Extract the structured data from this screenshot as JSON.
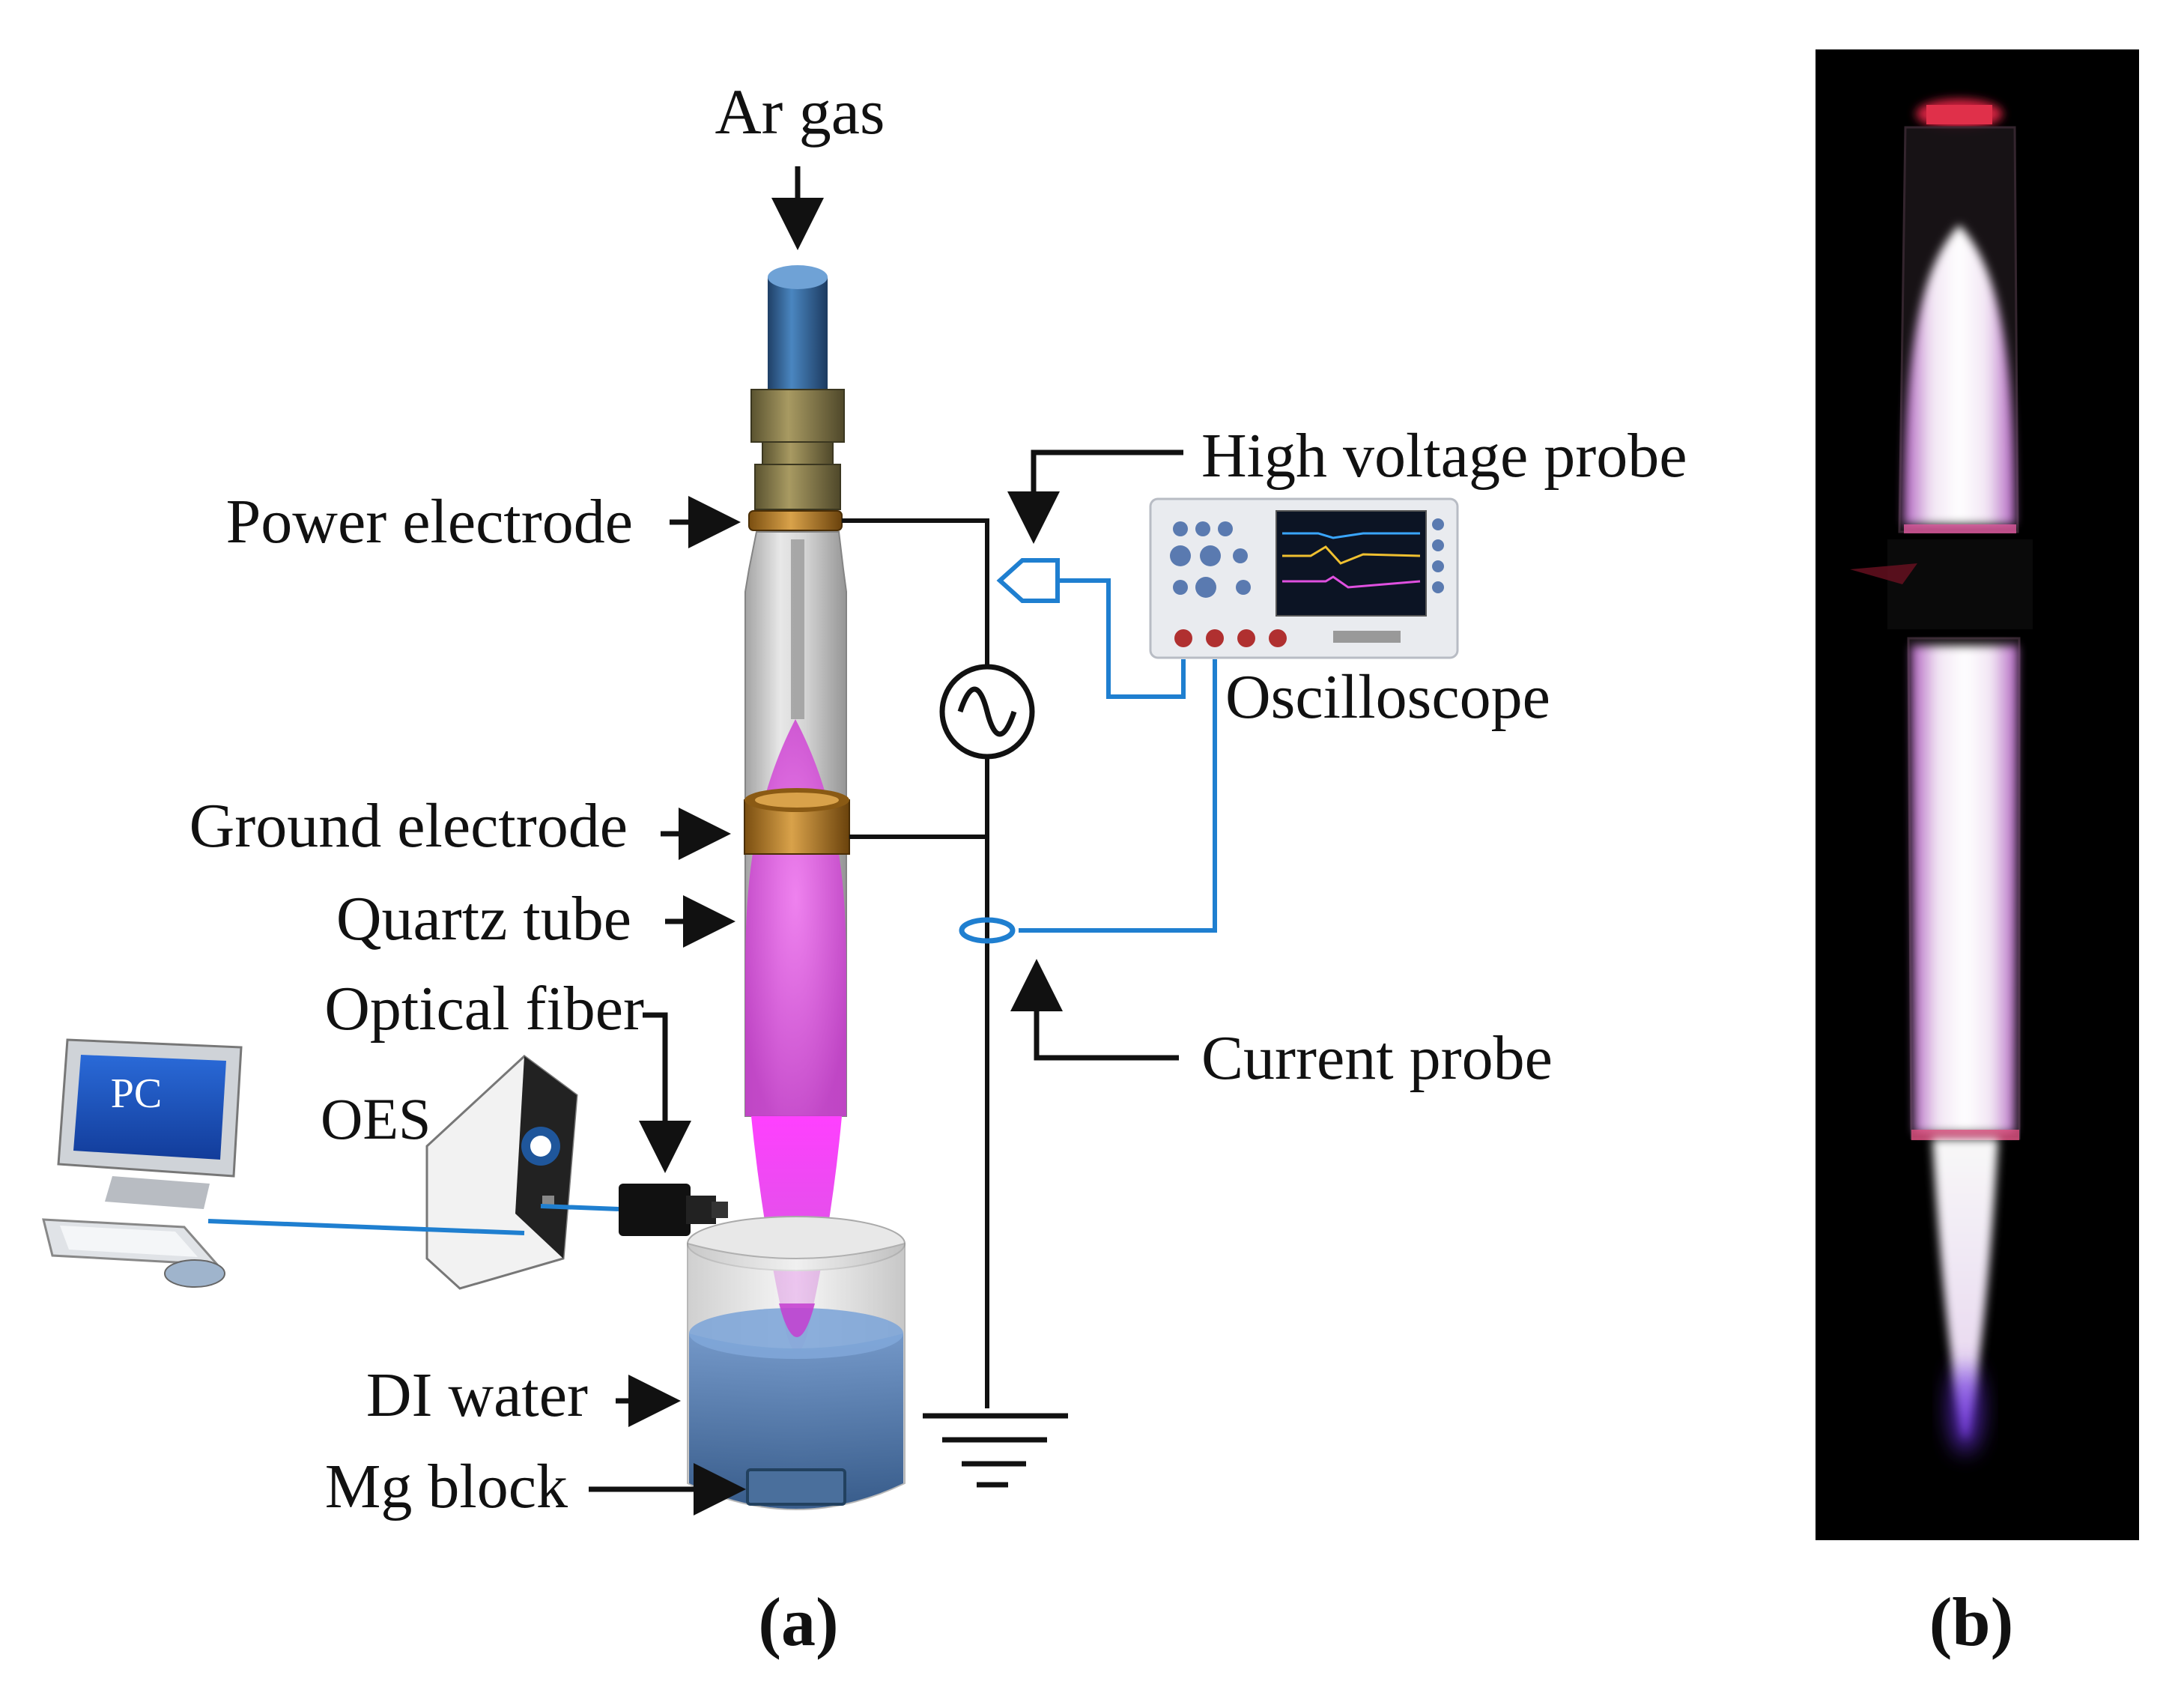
{
  "labels": {
    "ar_gas": "Ar gas",
    "power_electrode": "Power electrode",
    "ground_electrode": "Ground electrode",
    "quartz_tube": "Quartz tube",
    "optical_fiber": "Optical fiber",
    "oes": "OES",
    "pc": "PC",
    "di_water": "DI water",
    "mg_block": "Mg block",
    "high_voltage_probe": "High voltage probe",
    "oscilloscope": "Oscilloscope",
    "current_probe": "Current probe"
  },
  "panels": {
    "a": "(a)",
    "b": "(b)"
  },
  "colors": {
    "wire": "#111111",
    "signal": "#1f7fd0",
    "plasma": "#e040e0",
    "water": "#3f6fa8",
    "electrode": "#b07820"
  }
}
